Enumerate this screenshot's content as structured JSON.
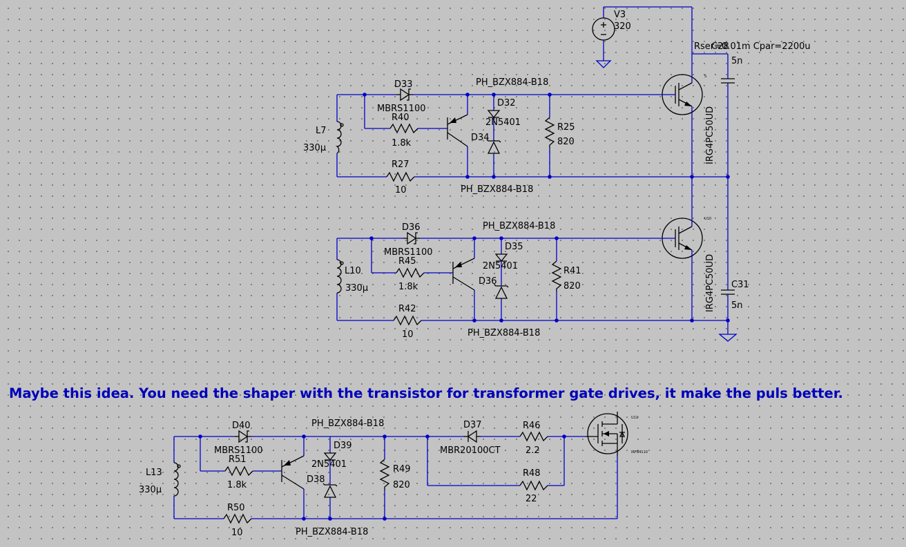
{
  "v3": {
    "name": "V3",
    "value": "320"
  },
  "cap_params": "Rser=0.01m Cpar=2200u",
  "c28": {
    "name": "C28",
    "value": "5n"
  },
  "c31": {
    "name": "C31",
    "value": "5n"
  },
  "igbt_model": "IRG4PC50UD",
  "igbt_top_tag": "S",
  "igbt_bot_tag": "U10",
  "mosfet_tag": "U11",
  "mosfet_model": "IRFB4110",
  "top": {
    "d_diode": {
      "name": "D33",
      "model": "MBRS1100"
    },
    "r_base": {
      "name": "R40",
      "value": "1.8k"
    },
    "d_mid": {
      "name": "D32",
      "model": "2N5401"
    },
    "zener": "D34",
    "zener_top_label": "PH_BZX884-B18",
    "zener_bot_label": "PH_BZX884-B18",
    "r_load": {
      "name": "R25",
      "value": "820"
    },
    "inductor": {
      "name": "L7",
      "value": "330μ"
    },
    "r_low": {
      "name": "R27",
      "value": "10"
    }
  },
  "mid": {
    "d_diode": {
      "name": "D36",
      "model": "MBRS1100"
    },
    "r_base": {
      "name": "R45",
      "value": "1.8k"
    },
    "d_mid": {
      "name": "D35",
      "model": "2N5401"
    },
    "zener": "D36",
    "zener_top_label": "PH_BZX884-B18",
    "zener_bot_label": "PH_BZX884-B18",
    "r_load": {
      "name": "R41",
      "value": "820"
    },
    "inductor": {
      "name": "L10",
      "value": "330μ"
    },
    "r_low": {
      "name": "R42",
      "value": "10"
    }
  },
  "bot": {
    "d_diode": {
      "name": "D40",
      "model": "MBRS1100"
    },
    "r_base": {
      "name": "R51",
      "value": "1.8k"
    },
    "d_mid": {
      "name": "D39",
      "model": "2N5401"
    },
    "zener": "D38",
    "zener_top_label": "PH_BZX884-B18",
    "zener_bot_label": "PH_BZX884-B18",
    "r_load": {
      "name": "R49",
      "value": "820"
    },
    "inductor": {
      "name": "L13",
      "value": "330μ"
    },
    "r_low": {
      "name": "R50",
      "value": "10"
    },
    "d37": {
      "name": "D37",
      "model": "MBR20100CT"
    },
    "r46": {
      "name": "R46",
      "value": "2.2"
    },
    "r48": {
      "name": "R48",
      "value": "22"
    }
  },
  "note": "Maybe this idea. You need the shaper with the transistor for transformer gate drives, it make the puls better."
}
